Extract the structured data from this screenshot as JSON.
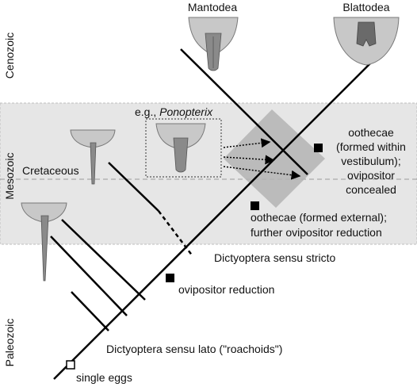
{
  "eras": {
    "cenozoic": "Cenozoic",
    "mesozoic": "Mesozoic",
    "paleozoic": "Paleozoic",
    "cretaceous": "Cretaceous"
  },
  "taxa": {
    "mantodea": "Mantodea",
    "blattodea": "Blattodea"
  },
  "example": {
    "prefix": "e.g., ",
    "genus": "Ponopterix"
  },
  "characters": {
    "oothecae_internal": [
      "oothecae",
      "(formed within",
      "vestibulum);",
      "ovipositor",
      "concealed"
    ],
    "oothecae_external": [
      "oothecae (formed external);",
      "further ovipositor reduction"
    ],
    "ovipositor_reduction": "ovipositor reduction",
    "single_eggs": "single eggs"
  },
  "clades": {
    "sensu_stricto": "Dictyoptera sensu stricto",
    "sensu_lato": "Dictyoptera sensu lato (\"roachoids\")"
  },
  "colors": {
    "mesozoic_band": "#e6e6e6",
    "overlap_box": "#b3b3b3",
    "abdomen_fill": "#c8c8c8",
    "ovipositor_fill": "#8a8a8a",
    "line": "#000000"
  }
}
